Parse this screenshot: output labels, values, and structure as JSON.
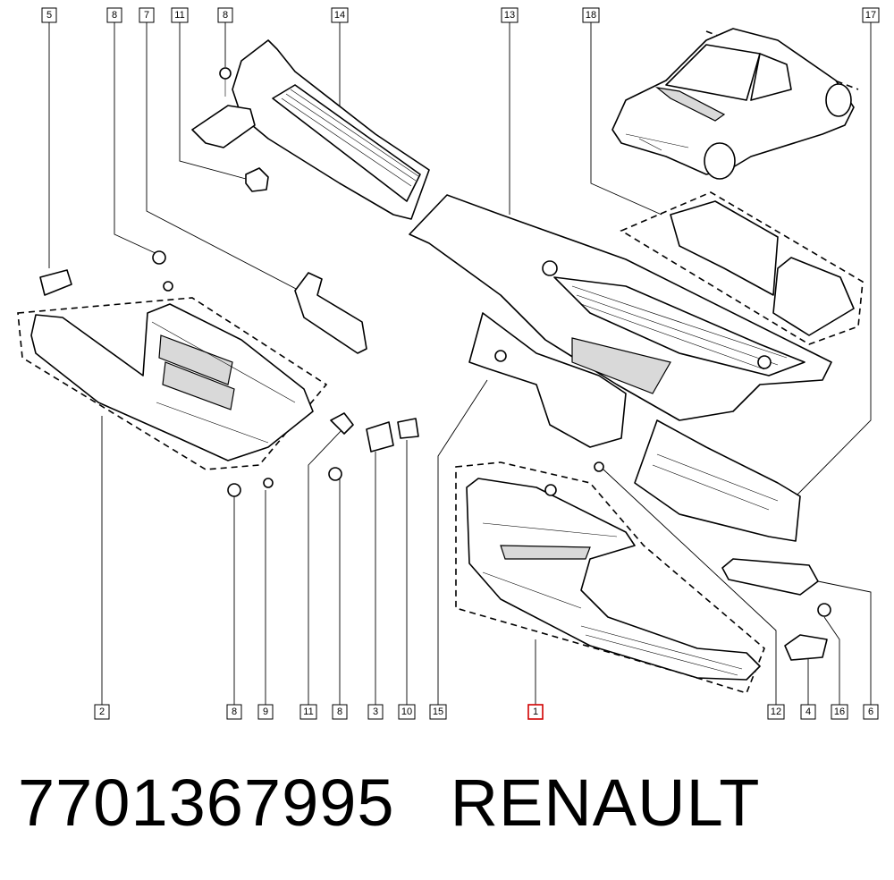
{
  "callouts_top": [
    "5",
    "8",
    "7",
    "11",
    "8",
    "14",
    "13",
    "18",
    "17"
  ],
  "callouts_bottom": [
    "2",
    "8",
    "9",
    "11",
    "8",
    "3",
    "10",
    "15",
    "1",
    "12",
    "4",
    "16",
    "6"
  ],
  "highlighted_callout": "1",
  "part_number": "7701367995",
  "brand": "RENAULT",
  "colors": {
    "highlight": "#d00000",
    "line": "#000000",
    "background": "#ffffff"
  }
}
